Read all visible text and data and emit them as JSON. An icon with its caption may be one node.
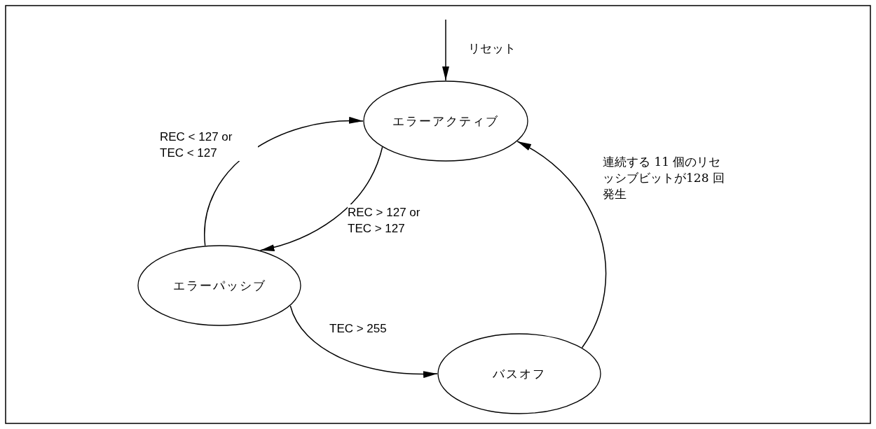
{
  "diagram": {
    "nodes": [
      {
        "text": [
          "エラーアクティブ"
        ]
      },
      {
        "text": [
          "エラーパッシブ"
        ]
      },
      {
        "text": [
          "バスオフ"
        ]
      }
    ],
    "edges": [
      {
        "from": null,
        "to": 0,
        "arrow": "to",
        "label": "リセット"
      },
      {
        "from": 1,
        "to": 0,
        "arrow": "to",
        "label": "REC < 127 or TEC < 127"
      },
      {
        "from": 0,
        "to": 1,
        "arrow": "to",
        "label": "REC > 127 or TEC > 127"
      },
      {
        "from": 1,
        "to": 2,
        "arrow": "to",
        "label": "TEC > 255"
      },
      {
        "from": 2,
        "to": 0,
        "arrow": "to",
        "label": "連続する 11 個のリセッシブビットが128 回発生"
      }
    ]
  }
}
